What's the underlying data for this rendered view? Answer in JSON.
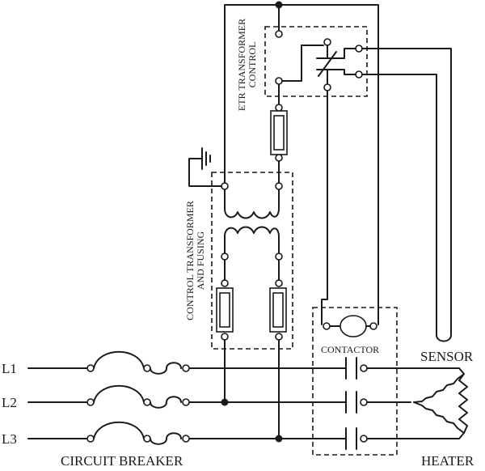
{
  "labels": {
    "line_1": "L1",
    "line_2": "L2",
    "line_3": "L3",
    "circuit_breaker": "CIRCUIT BREAKER",
    "heater": "HEATER",
    "sensor": "SENSOR",
    "contactor": "CONTACTOR",
    "control_transformer": "CONTROL TRANSFORMER",
    "control_transformer_sub": "AND FUSING",
    "etr_transformer": "ETR TRANSFORMER",
    "etr_transformer_sub": "CONTROL"
  }
}
